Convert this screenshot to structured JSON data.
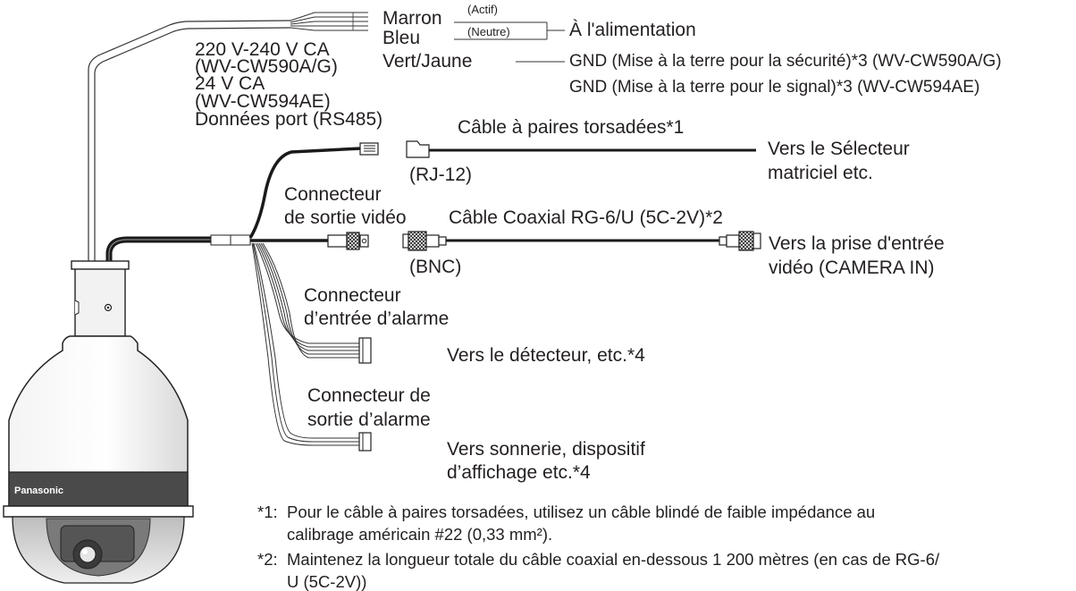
{
  "power": {
    "brown_label": "Marron",
    "blue_label": "Bleu",
    "active_label": "(Actif)",
    "neutral_label": "(Neutre)",
    "to_power": "À l'alimentation",
    "green_yellow_label": "Vert/Jaune",
    "gnd_safety": "GND (Mise à la terre pour la sécurité)*3 (WV-CW590A/G)",
    "gnd_signal": "GND (Mise à la terre pour le signal)*3 (WV-CW594AE)",
    "spec_lines": [
      "220 V-240 V CA",
      "(WV-CW590A/G)",
      "24 V CA",
      "(WV-CW594AE)",
      "Données port (RS485)"
    ]
  },
  "data_port": {
    "cable_label": "Câble à paires torsadées*1",
    "connector_label": "(RJ-12)",
    "destination_lines": [
      "Vers le Sélecteur",
      "matriciel etc."
    ]
  },
  "video": {
    "connector_lines": [
      "Connecteur",
      "de sortie vidéo"
    ],
    "cable_label": "Câble Coaxial RG-6/U (5C-2V)*2",
    "connector_label": "(BNC)",
    "destination_lines": [
      "Vers la prise d'entrée",
      "vidéo (CAMERA IN)"
    ]
  },
  "alarm_in": {
    "connector_lines": [
      "Connecteur",
      "d’entrée d’alarme"
    ],
    "destination": "Vers le détecteur, etc.*4"
  },
  "alarm_out": {
    "connector_lines": [
      "Connecteur de",
      "sortie d’alarme"
    ],
    "destination_lines": [
      "Vers sonnerie, dispositif",
      "d’affichage etc.*4"
    ]
  },
  "camera": {
    "brand": "Panasonic"
  },
  "notes": [
    {
      "marker": "*1:",
      "lines": [
        "Pour le câble à paires torsadées, utilisez un câble blindé de faible impédance au",
        "calibrage américain #22 (0,33 mm²)."
      ]
    },
    {
      "marker": "*2:",
      "lines": [
        "Maintenez la longueur totale du câble coaxial en-dessous 1 200 mètres (en cas de RG-6/",
        "U (5C-2V))"
      ]
    }
  ]
}
